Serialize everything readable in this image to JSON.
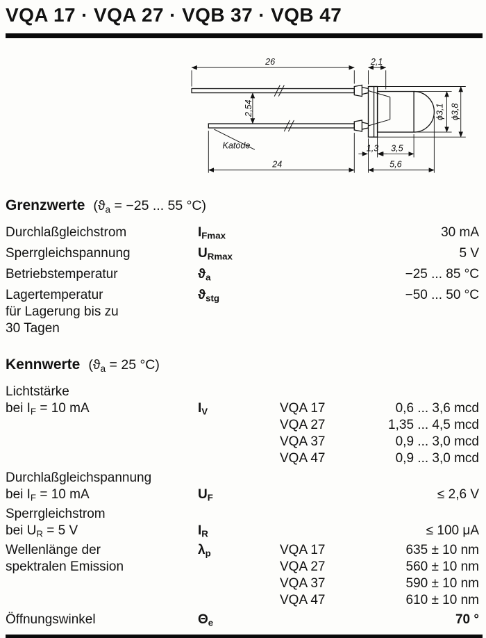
{
  "page": {
    "title": "VQA 17 · VQA 27 · VQB 37 · VQB 47"
  },
  "drawing": {
    "dim_lead_top": "26",
    "dim_body_top": "2,1",
    "dim_lead_spacing": "2,54",
    "dim_lead_bottom": "24",
    "dim_flange": "1,3",
    "dim_body": "3,5",
    "dim_total": "5,6",
    "dia_dome": "ϕ3,1",
    "dia_flange": "ϕ3,8",
    "cathode_label": "Katode"
  },
  "grenzwerte": {
    "heading": "Grenzwerte",
    "cond_pre": "(ϑ",
    "cond_sub": "a",
    "cond_post": " = −25 ... 55 °C)",
    "rows": [
      {
        "label": "Durchlaßgleichstrom",
        "sym": "I",
        "sub": "Fmax",
        "value": "30 mA"
      },
      {
        "label": "Sperrgleichspannung",
        "sym": "U",
        "sub": "Rmax",
        "value": "5 V"
      },
      {
        "label": "Betriebstemperatur",
        "sym": "ϑ",
        "sub": "a",
        "value": "−25 ... 85 °C"
      },
      {
        "label": "Lagertemperatur\nfür Lagerung bis zu\n30 Tagen",
        "sym": "ϑ",
        "sub": "stg",
        "value": "−50 ... 50 °C"
      }
    ]
  },
  "kennwerte": {
    "heading": "Kennwerte",
    "cond_pre": "(ϑ",
    "cond_sub": "a",
    "cond_post": " = 25 °C)",
    "lichtstaerke": {
      "label1": "Lichtstärke",
      "label2_pre": "bei I",
      "label2_sub": "F",
      "label2_post": " = 10 mA",
      "sym": "I",
      "sub": "V",
      "entries": [
        {
          "type": "VQA 17",
          "value": "0,6 ... 3,6 mcd"
        },
        {
          "type": "VQA 27",
          "value": "1,35 ... 4,5 mcd"
        },
        {
          "type": "VQA 37",
          "value": "0,9 ... 3,0 mcd"
        },
        {
          "type": "VQA 47",
          "value": "0,9 ... 3,0 mcd"
        }
      ]
    },
    "durchlass": {
      "label1": "Durchlaßgleichspannung",
      "label2_pre": "bei I",
      "label2_sub": "F",
      "label2_post": " = 10 mA",
      "sym": "U",
      "sub": "F",
      "value": "≤ 2,6 V"
    },
    "sperr": {
      "label1": "Sperrgleichstrom",
      "label2_pre": "bei U",
      "label2_sub": "R",
      "label2_post": " = 5 V",
      "sym": "I",
      "sub": "R",
      "value": "≤ 100 μA"
    },
    "wellenlaenge": {
      "label1": "Wellenlänge der",
      "label2": "spektralen Emission",
      "sym": "λ",
      "sub": "p",
      "entries": [
        {
          "type": "VQA 17",
          "value": "635 ± 10 nm"
        },
        {
          "type": "VQA 27",
          "value": "560 ± 10 nm"
        },
        {
          "type": "VQA 37",
          "value": "590 ± 10 nm"
        },
        {
          "type": "VQA 47",
          "value": "610 ± 10 nm"
        }
      ]
    },
    "oeffnungswinkel": {
      "label": "Öffnungswinkel",
      "sym": "Θ",
      "sub": "e",
      "value": "70 °"
    }
  }
}
